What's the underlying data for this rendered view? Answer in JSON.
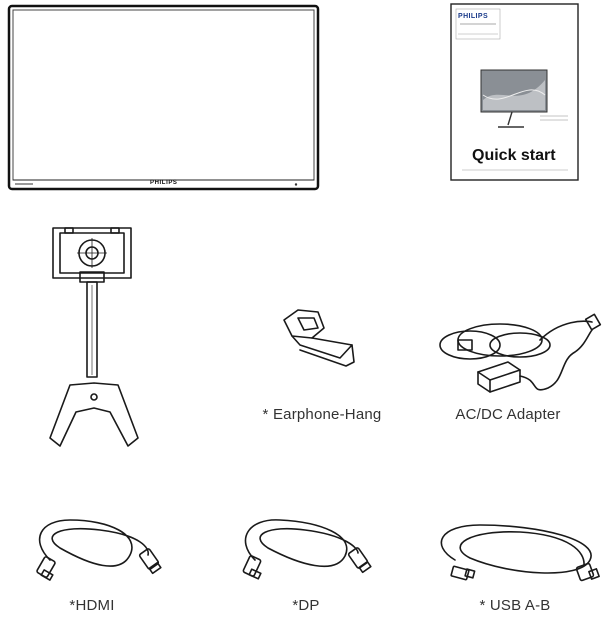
{
  "monitor": {
    "brand": "PHILIPS"
  },
  "quick_start": {
    "brand": "PHILIPS",
    "title": "Quick start"
  },
  "items": {
    "earphone_hang": "* Earphone-Hang",
    "ac_dc_adapter": "AC/DC Adapter",
    "hdmi": "*HDMI",
    "dp": "*DP",
    "usb": "* USB A-B"
  }
}
